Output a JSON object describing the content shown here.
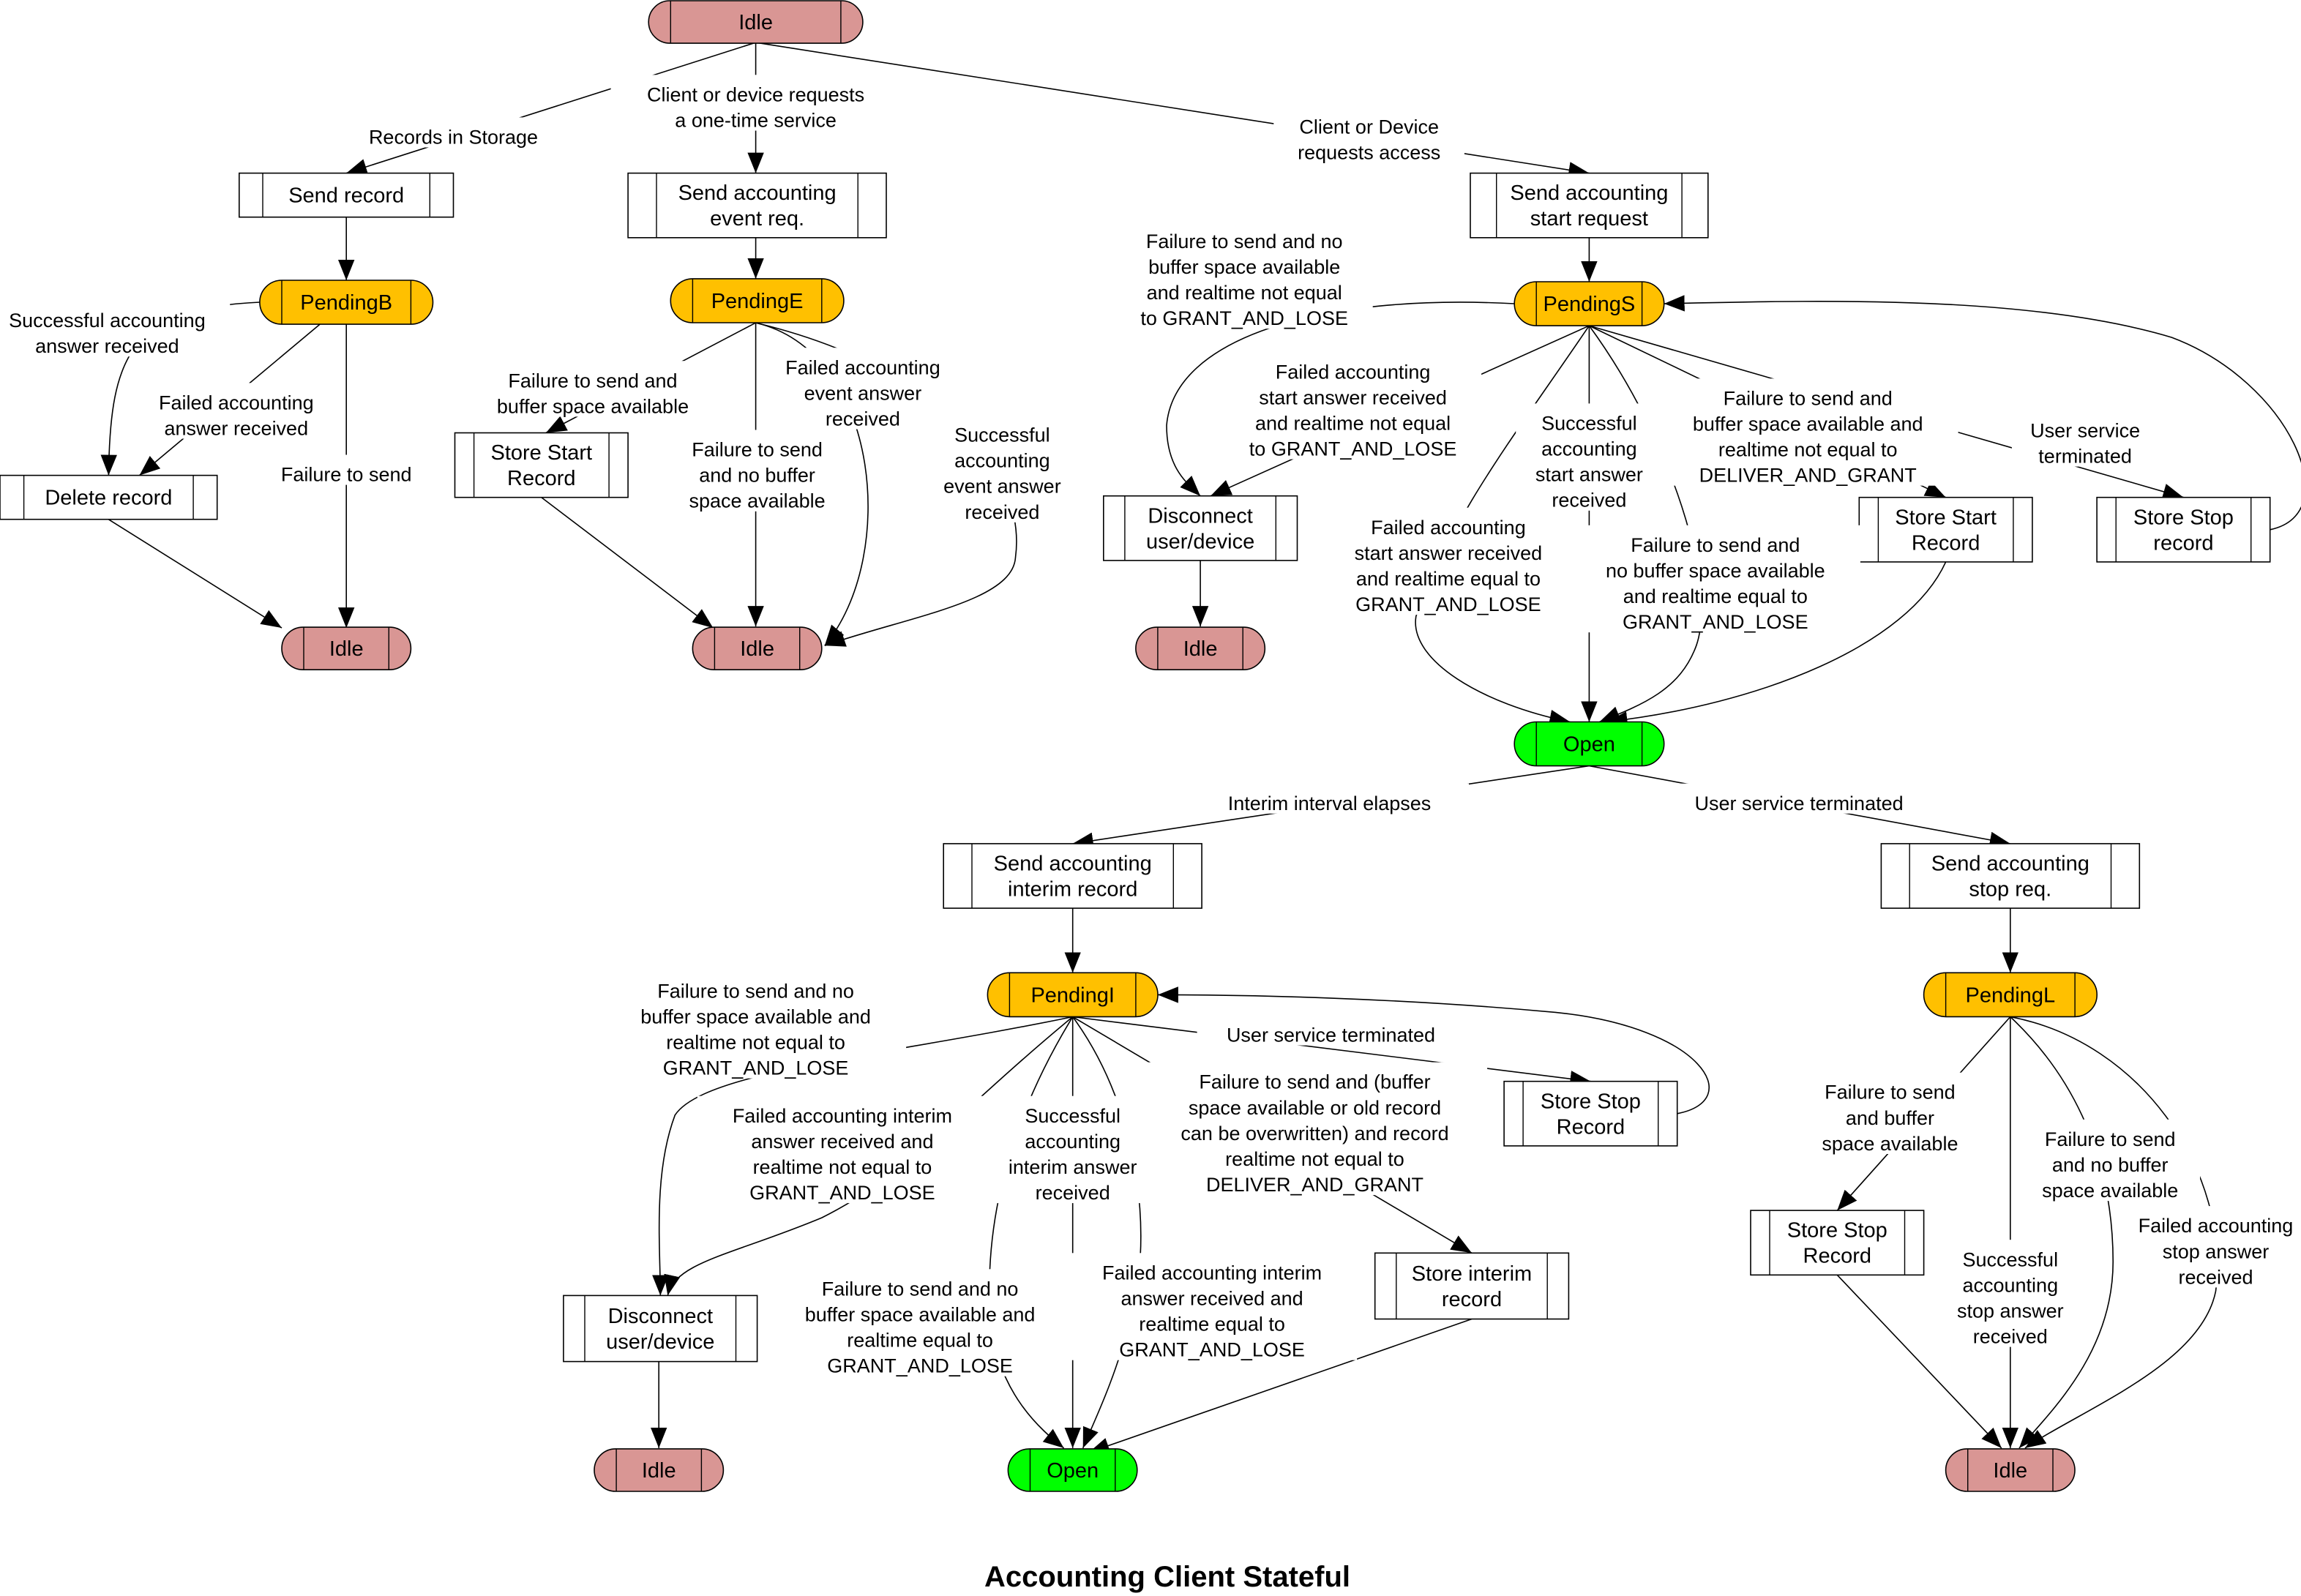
{
  "title": "Accounting Client Stateful",
  "colors": {
    "idle": "#D99694",
    "pending": "#FFC000",
    "open": "#00FF00",
    "process": "#FFFFFF",
    "line": "#000000"
  },
  "states": {
    "idle_top": "Idle",
    "pending_b": "PendingB",
    "pending_e": "PendingE",
    "pending_s": "PendingS",
    "idle_b": "Idle",
    "idle_e": "Idle",
    "idle_s": "Idle",
    "open_main": "Open",
    "pending_i": "PendingI",
    "pending_l": "PendingL",
    "idle_i": "Idle",
    "open_i": "Open",
    "idle_l": "Idle"
  },
  "processes": {
    "send_record": [
      "Send record"
    ],
    "send_event_req": [
      "Send accounting",
      "event req."
    ],
    "send_start_req": [
      "Send accounting",
      "start request"
    ],
    "delete_record": [
      "Delete record"
    ],
    "store_start_record_e": [
      "Store Start",
      "Record"
    ],
    "disconnect_s": [
      "Disconnect",
      "user/device"
    ],
    "store_start_record_s": [
      "Store Start",
      "Record"
    ],
    "store_stop_record_s": [
      "Store  Stop",
      "record"
    ],
    "send_interim": [
      "Send accounting",
      "interim record"
    ],
    "send_stop_req": [
      "Send accounting",
      "stop req."
    ],
    "store_stop_record_i": [
      "Store Stop",
      "Record"
    ],
    "disconnect_i": [
      "Disconnect",
      "user/device"
    ],
    "store_interim_record": [
      "Store interim",
      "record"
    ],
    "store_stop_record_l": [
      "Store Stop",
      "Record"
    ]
  },
  "transitions": {
    "records_in_storage": [
      "Records in Storage"
    ],
    "one_time_service": [
      "Client or device requests",
      "a one-time service"
    ],
    "requests_access": [
      "Client or Device",
      "requests access"
    ],
    "b_success": [
      "Successful accounting",
      "answer received"
    ],
    "b_failed": [
      "Failed accounting",
      "answer received"
    ],
    "b_fail_send": [
      "Failure to send"
    ],
    "e_fail_buffer": [
      "Failure to send and",
      "buffer space available"
    ],
    "e_fail_nobuffer": [
      "Failure to send",
      "and no buffer",
      "space available"
    ],
    "e_failed_answer": [
      "Failed accounting",
      "event answer",
      "received"
    ],
    "e_success": [
      "Successful",
      "accounting",
      "event answer",
      "received"
    ],
    "s_fail_nobuffer_notgl": [
      "Failure to send and no",
      "buffer space available",
      "and realtime not equal",
      "to GRANT_AND_LOSE"
    ],
    "s_failed_notgl": [
      "Failed accounting",
      "start answer received",
      "and realtime not equal",
      "to GRANT_AND_LOSE"
    ],
    "s_success": [
      "Successful",
      "accounting",
      "start answer",
      "received"
    ],
    "s_fail_buffer_notdg": [
      "Failure to send and",
      "buffer space available and",
      "realtime not equal to",
      "DELIVER_AND_GRANT"
    ],
    "s_user_terminated": [
      "User service",
      "terminated"
    ],
    "s_failed_gl": [
      "Failed accounting",
      "start answer received",
      "and realtime equal to",
      "GRANT_AND_LOSE"
    ],
    "s_fail_nobuffer_gl": [
      "Failure to send and",
      "no buffer space available",
      "and realtime equal to",
      "GRANT_AND_LOSE"
    ],
    "interim_elapses": [
      "Interim interval elapses"
    ],
    "open_user_terminated": [
      "User service terminated"
    ],
    "i_fail_nobuffer_notgl": [
      "Failure to send and no",
      "buffer space available and",
      "realtime not equal to",
      "GRANT_AND_LOSE"
    ],
    "i_user_terminated": [
      "User service terminated"
    ],
    "i_failed_notgl": [
      "Failed accounting interim",
      "answer received  and",
      "realtime not equal to",
      "GRANT_AND_LOSE"
    ],
    "i_success": [
      "Successful",
      "accounting",
      "interim answer",
      "received"
    ],
    "i_fail_buffer_notdg": [
      "Failure to send and (buffer",
      "space available or old record",
      "can be overwritten) and record",
      "realtime not equal to",
      "DELIVER_AND_GRANT"
    ],
    "i_fail_nobuffer_gl": [
      "Failure to send and no",
      "buffer space available and",
      "realtime equal to",
      "GRANT_AND_LOSE"
    ],
    "i_failed_gl": [
      "Failed accounting interim",
      "answer received and",
      "realtime equal to",
      "GRANT_AND_LOSE"
    ],
    "l_fail_buffer": [
      "Failure to send",
      "and buffer",
      "space available"
    ],
    "l_success": [
      "Successful",
      "accounting",
      "stop answer",
      "received"
    ],
    "l_fail_nobuffer": [
      "Failure to send",
      "and no buffer",
      "space available"
    ],
    "l_failed": [
      "Failed accounting",
      "stop answer",
      "received"
    ]
  }
}
